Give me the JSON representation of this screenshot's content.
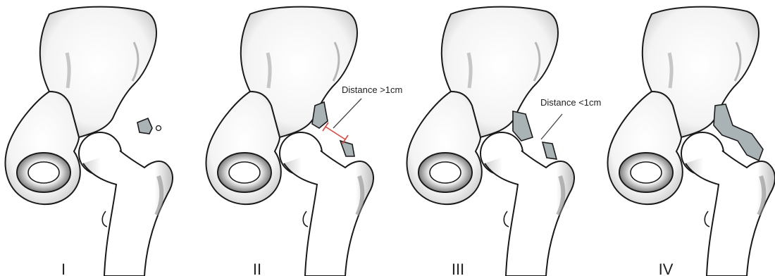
{
  "figure": {
    "panels": [
      {
        "label": "I"
      },
      {
        "label": "II",
        "annotation": "Distance >1cm"
      },
      {
        "label": "III",
        "annotation": "Distance <1cm"
      },
      {
        "label": "IV"
      }
    ],
    "colors": {
      "outline": "#1a1a1a",
      "bone_fill": "#ffffff",
      "shade": "#9a9a9a",
      "ossification": "#a9b2b5",
      "measure": "#e0453e"
    }
  }
}
